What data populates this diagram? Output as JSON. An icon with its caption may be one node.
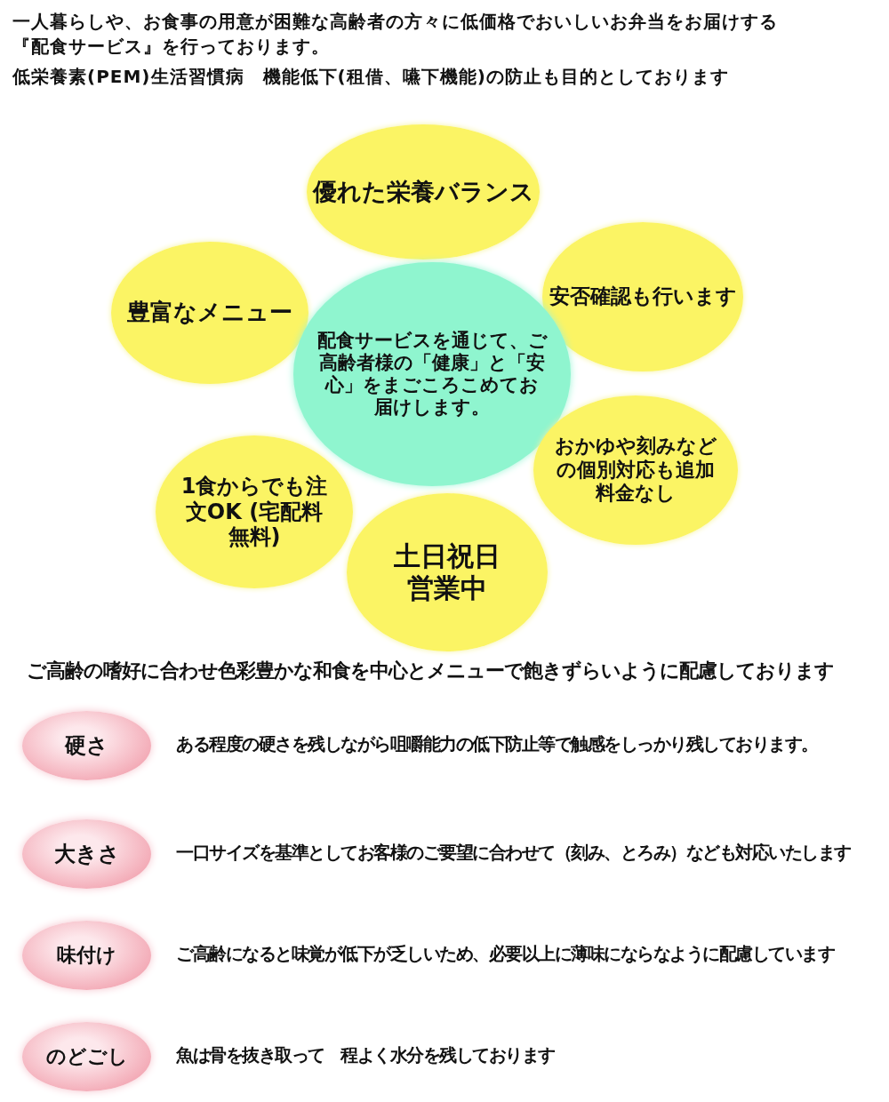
{
  "diagram": {
    "nodes": [
      {
        "text": [
          "優れた栄養バランス"
        ]
      },
      {
        "text": [
          "豊富なメニュー"
        ]
      },
      {
        "text": [
          "安否確認も行います"
        ]
      },
      {
        "text": [
          "配食サービスを通じて、ご高齢者様の「健康」と「安心」をまごころこめてお届けします。"
        ]
      },
      {
        "text": [
          "おかゆや刻みなどの個別対応も追加料金なし"
        ]
      },
      {
        "text": [
          "1食からでも注文OK (宅配料無料)"
        ]
      },
      {
        "text": [
          "土日祝日営業中"
        ]
      },
      {
        "text": [
          "硬さ"
        ],
        "beside": [
          "ある程度の硬さを残しながら咀嚼能力の低下防止等で触感をしっかり残しております。"
        ]
      },
      {
        "text": [
          "大きさ"
        ],
        "beside": [
          "一口サイズを基準としてお客様のご要望に合わせて（刻み、とろみ）なども対応いたします"
        ]
      },
      {
        "text": [
          "味付け"
        ],
        "beside": [
          "ご高齢になると味覚が低下が乏しいため、必要以上に薄味にならなように配慮しています"
        ]
      },
      {
        "text": [
          "のどごし"
        ],
        "beside": [
          "魚は骨を抜き取って　程よく水分を残しております"
        ]
      }
    ],
    "labels": [
      "一人暮らしや、お食事の用意が困難な高齢者の方々に低価格でおいしいお弁当をお届けする『配食サービス』を行っております。",
      "低栄養素(PEM)生活習慣病　機能低下(租借、嚥下機能)の防止も目的としております",
      "ご高齢の嗜好に合わせ色彩豊かな和食を中心とメニューで飽きずらいように配慮しております"
    ]
  }
}
